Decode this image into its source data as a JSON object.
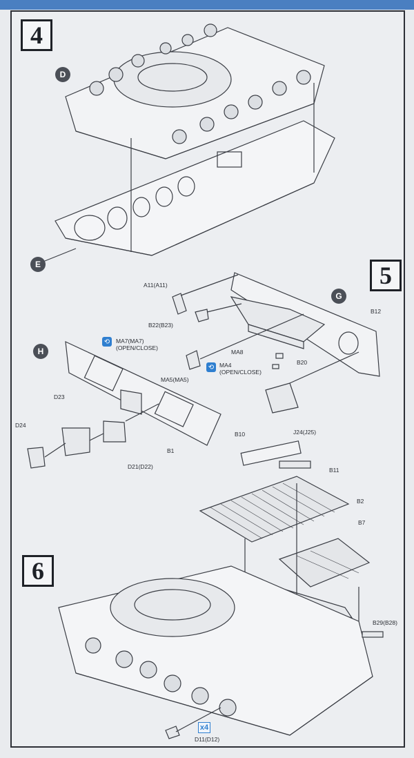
{
  "steps": {
    "s4": "4",
    "s5": "5",
    "s6": "6"
  },
  "markers": {
    "d": "D",
    "e": "E",
    "g": "G",
    "h": "H"
  },
  "parts": {
    "a11": "A11(A11)",
    "b22": "B22(B23)",
    "ma7": "MA7(MA7)",
    "ma7_note": "(OPEN/CLOSE)",
    "ma5": "MA5(MA5)",
    "ma8": "MA8",
    "ma4": "MA4",
    "ma4_note": "(OPEN/CLOSE)",
    "b20": "B20",
    "b12": "B12",
    "j24": "J24(J25)",
    "b10": "B10",
    "b11": "B11",
    "b2": "B2",
    "b7": "B7",
    "d23": "D23",
    "d24": "D24",
    "d21": "D21(D22)",
    "b1": "B1",
    "b29": "B29(B28)",
    "d11": "D11(D12)"
  },
  "quantity": {
    "x4": "x4"
  },
  "colors": {
    "accent_blue": "#2f7fd0",
    "line": "#3a3d44",
    "frame_blue": "#4a7fc1"
  }
}
